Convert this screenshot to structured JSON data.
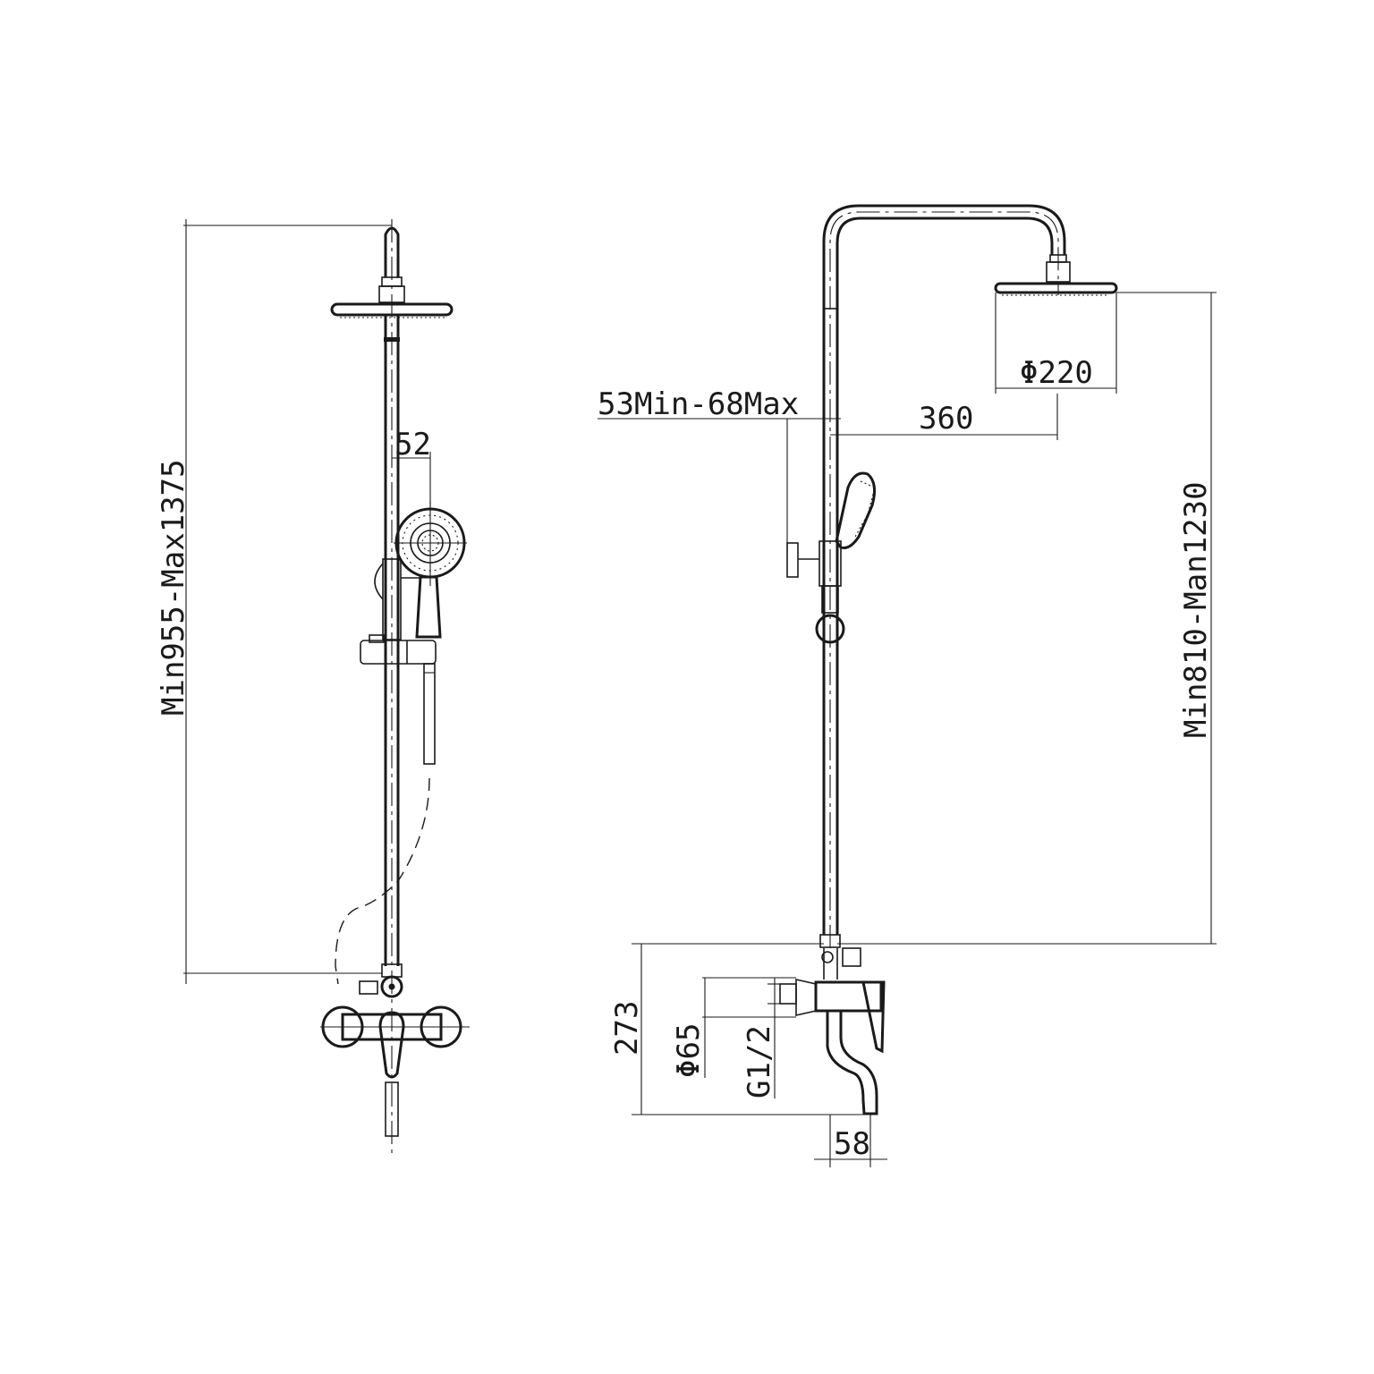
{
  "dimensions": {
    "left_total_height": "Min955-Max1375",
    "handshower_offset": "52",
    "arm_length": "360",
    "head_diameter": "Φ220",
    "wall_distance": "53Min-68Max",
    "right_height": "Min810-Man1230",
    "mixer_height": "273",
    "escutcheon_diameter": "Φ65",
    "thread_size": "G1/2",
    "spout_projection": "58"
  }
}
